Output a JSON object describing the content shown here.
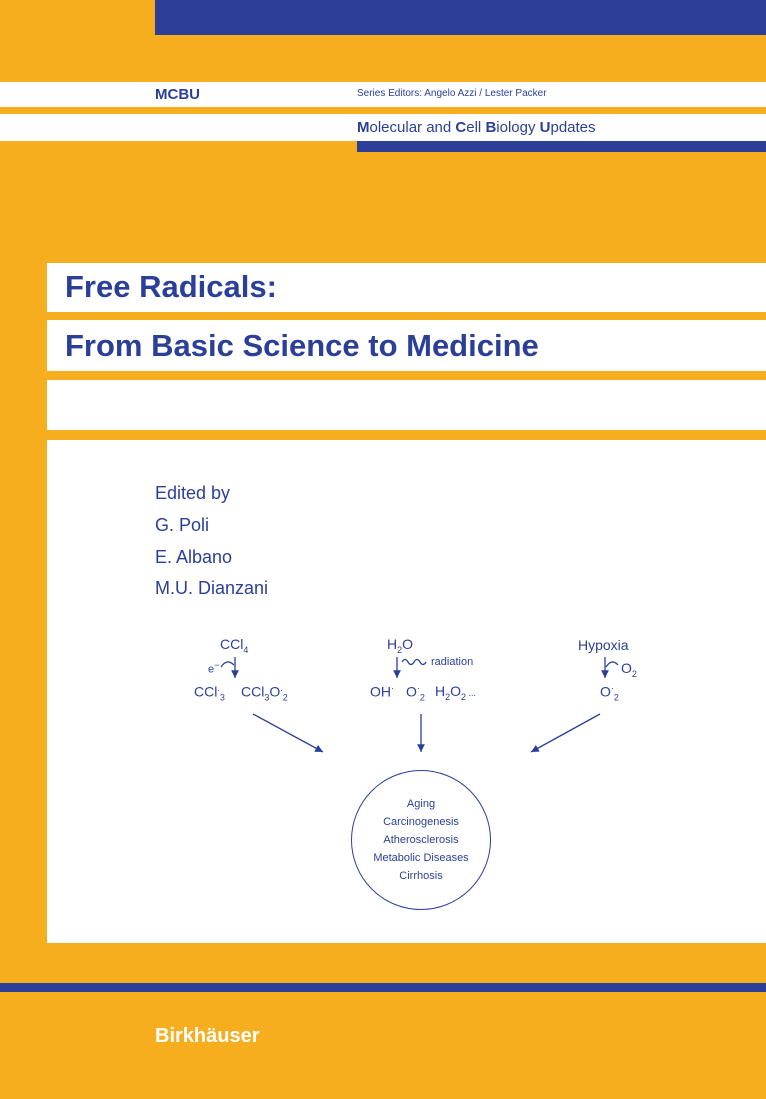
{
  "series": {
    "abbrev": "MCBU",
    "editors": "Series Editors: Angelo Azzi / Lester Packer",
    "name_parts": [
      "M",
      "olecular and ",
      "C",
      "ell ",
      "B",
      "iology ",
      "U",
      "pdates"
    ]
  },
  "title": {
    "line1": "Free Radicals:",
    "line2": "From Basic Science to Medicine"
  },
  "editors": {
    "label": "Edited by",
    "names": [
      "G. Poli",
      "E. Albano",
      "M.U. Dianzani"
    ]
  },
  "diagram": {
    "left": {
      "source": "CCl",
      "source_sub": "4",
      "electron": "e",
      "electron_sup": "−",
      "p1": "CCl",
      "p1_sup": ".",
      "p1_sub": "3",
      "p2": "CCl",
      "p2_sub1": "3",
      "p2_mid": "O",
      "p2_sup": ".",
      "p2_sub2": "2"
    },
    "center": {
      "source": "H",
      "source_sub": "2",
      "source_end": "O",
      "radiation": "radiation",
      "p1": "OH",
      "p1_sup": "·",
      "p2": "O",
      "p2_sup": "·",
      "p2_sub": "2",
      "p3": "H",
      "p3_sub1": "2",
      "p3_mid": "O",
      "p3_sub2": "2",
      "p3_tail": " ..."
    },
    "right": {
      "source": "Hypoxia",
      "o2": "O",
      "o2_sub": "2",
      "p1": "O",
      "p1_sup": "·",
      "p1_sub": "2"
    },
    "outcomes": [
      "Aging",
      "Carcinogenesis",
      "Atherosclerosis",
      "Metabolic Diseases",
      "Cirrhosis"
    ]
  },
  "publisher": "Birkhäuser"
}
